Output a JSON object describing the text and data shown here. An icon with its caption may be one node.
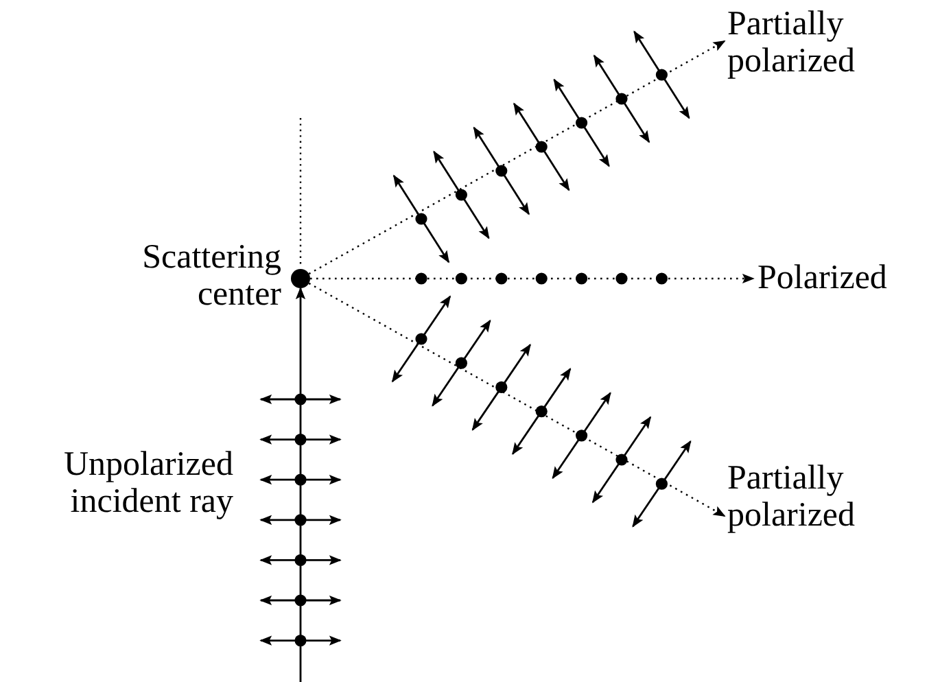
{
  "diagram": {
    "nodes": [
      {
        "text": [],
        "shape": "circle",
        "beside": [
          "Scattering center"
        ]
      },
      {
        "text": [
          "Partially polarized"
        ]
      },
      {
        "text": [
          "Polarized"
        ]
      },
      {
        "text": [
          "Partially polarized"
        ]
      }
    ],
    "edges": [
      {
        "from": null,
        "to": 0,
        "arrow": "to"
      },
      {
        "from": 0,
        "to": 1,
        "arrow": "to",
        "style": "dashed"
      },
      {
        "from": 0,
        "to": 2,
        "arrow": "to",
        "style": "dashed"
      },
      {
        "from": 0,
        "to": 3,
        "arrow": "to",
        "style": "dashed"
      }
    ],
    "labels": [
      "Unpolarized incident ray"
    ]
  }
}
